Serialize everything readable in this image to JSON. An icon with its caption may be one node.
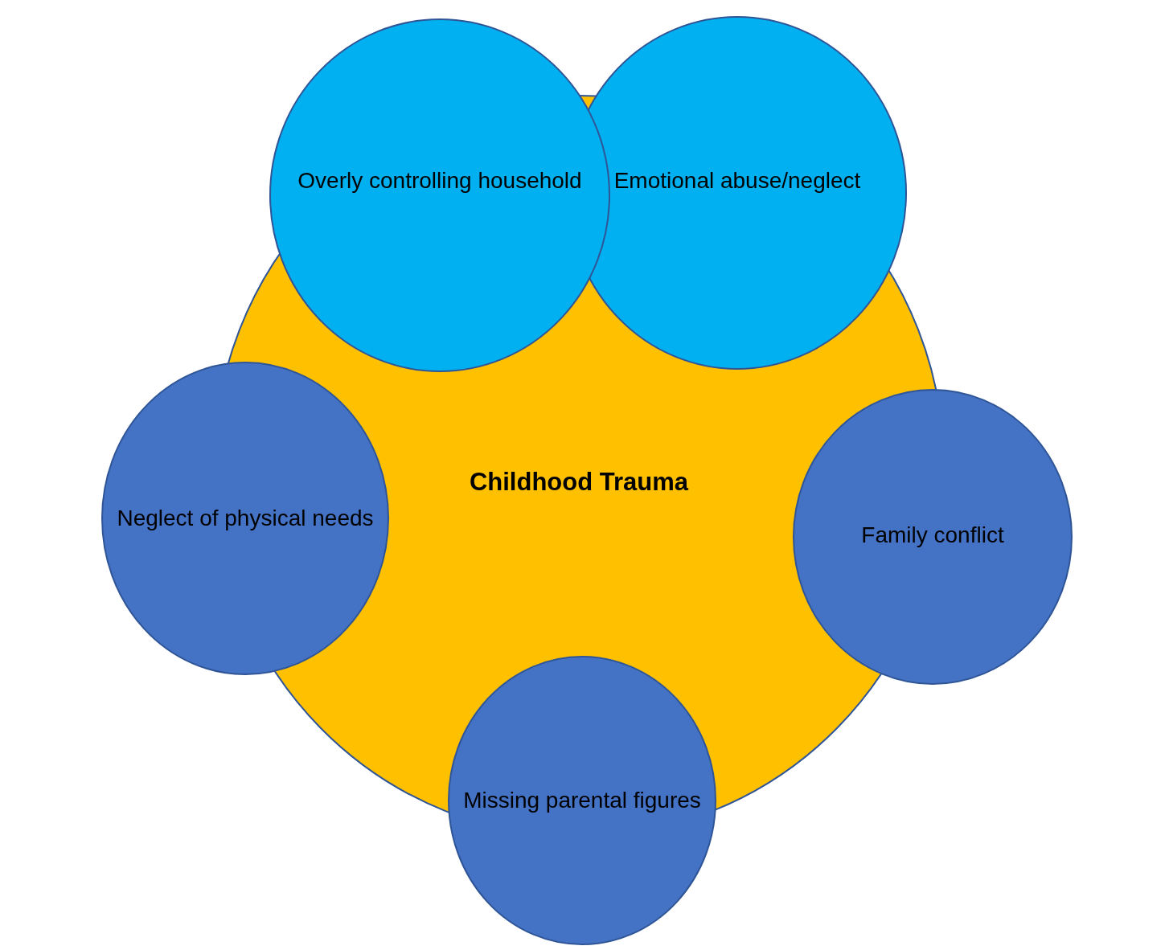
{
  "diagram": {
    "nodes": [
      {
        "text": [
          "Childhood Trauma"
        ]
      },
      {
        "text": [
          "Overly controlling household"
        ]
      },
      {
        "text": [
          "Emotional abuse/neglect"
        ]
      },
      {
        "text": [
          "Neglect of physical needs"
        ]
      },
      {
        "text": [
          "Family conflict"
        ]
      },
      {
        "text": [
          "Missing parental figures"
        ]
      }
    ]
  }
}
